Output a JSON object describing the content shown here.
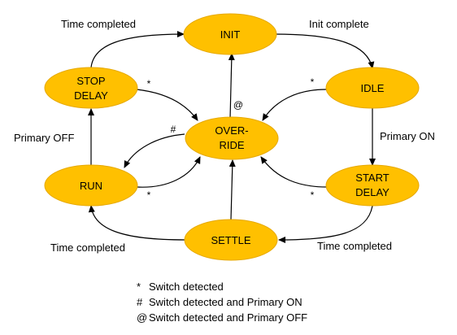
{
  "states": {
    "init": "INIT",
    "idle": "IDLE",
    "stop_delay": [
      "STOP",
      "DELAY"
    ],
    "override": [
      "OVER-",
      "RIDE"
    ],
    "start_delay": [
      "START",
      "DELAY"
    ],
    "run": "RUN",
    "settle": "SETTLE"
  },
  "transitions": {
    "stopdelay_to_init": "Time completed",
    "init_to_idle": "Init complete",
    "idle_to_startdelay": "Primary ON",
    "run_to_stopdelay": "Primary OFF",
    "settle_to_run": "Time completed",
    "startdelay_to_settle": "Time completed"
  },
  "marks": {
    "stopdelay_to_override": "*",
    "idle_to_override": "*",
    "override_to_init": "@",
    "override_to_run": "#",
    "run_to_override": "*",
    "startdelay_to_override": "*"
  },
  "legend": [
    {
      "symbol": "*",
      "text": "Switch detected"
    },
    {
      "symbol": "#",
      "text": "Switch detected and Primary ON"
    },
    {
      "symbol": "@",
      "text": "Switch detected and Primary OFF"
    }
  ],
  "colors": {
    "state_fill": "#FFC000",
    "line": "#000000"
  }
}
